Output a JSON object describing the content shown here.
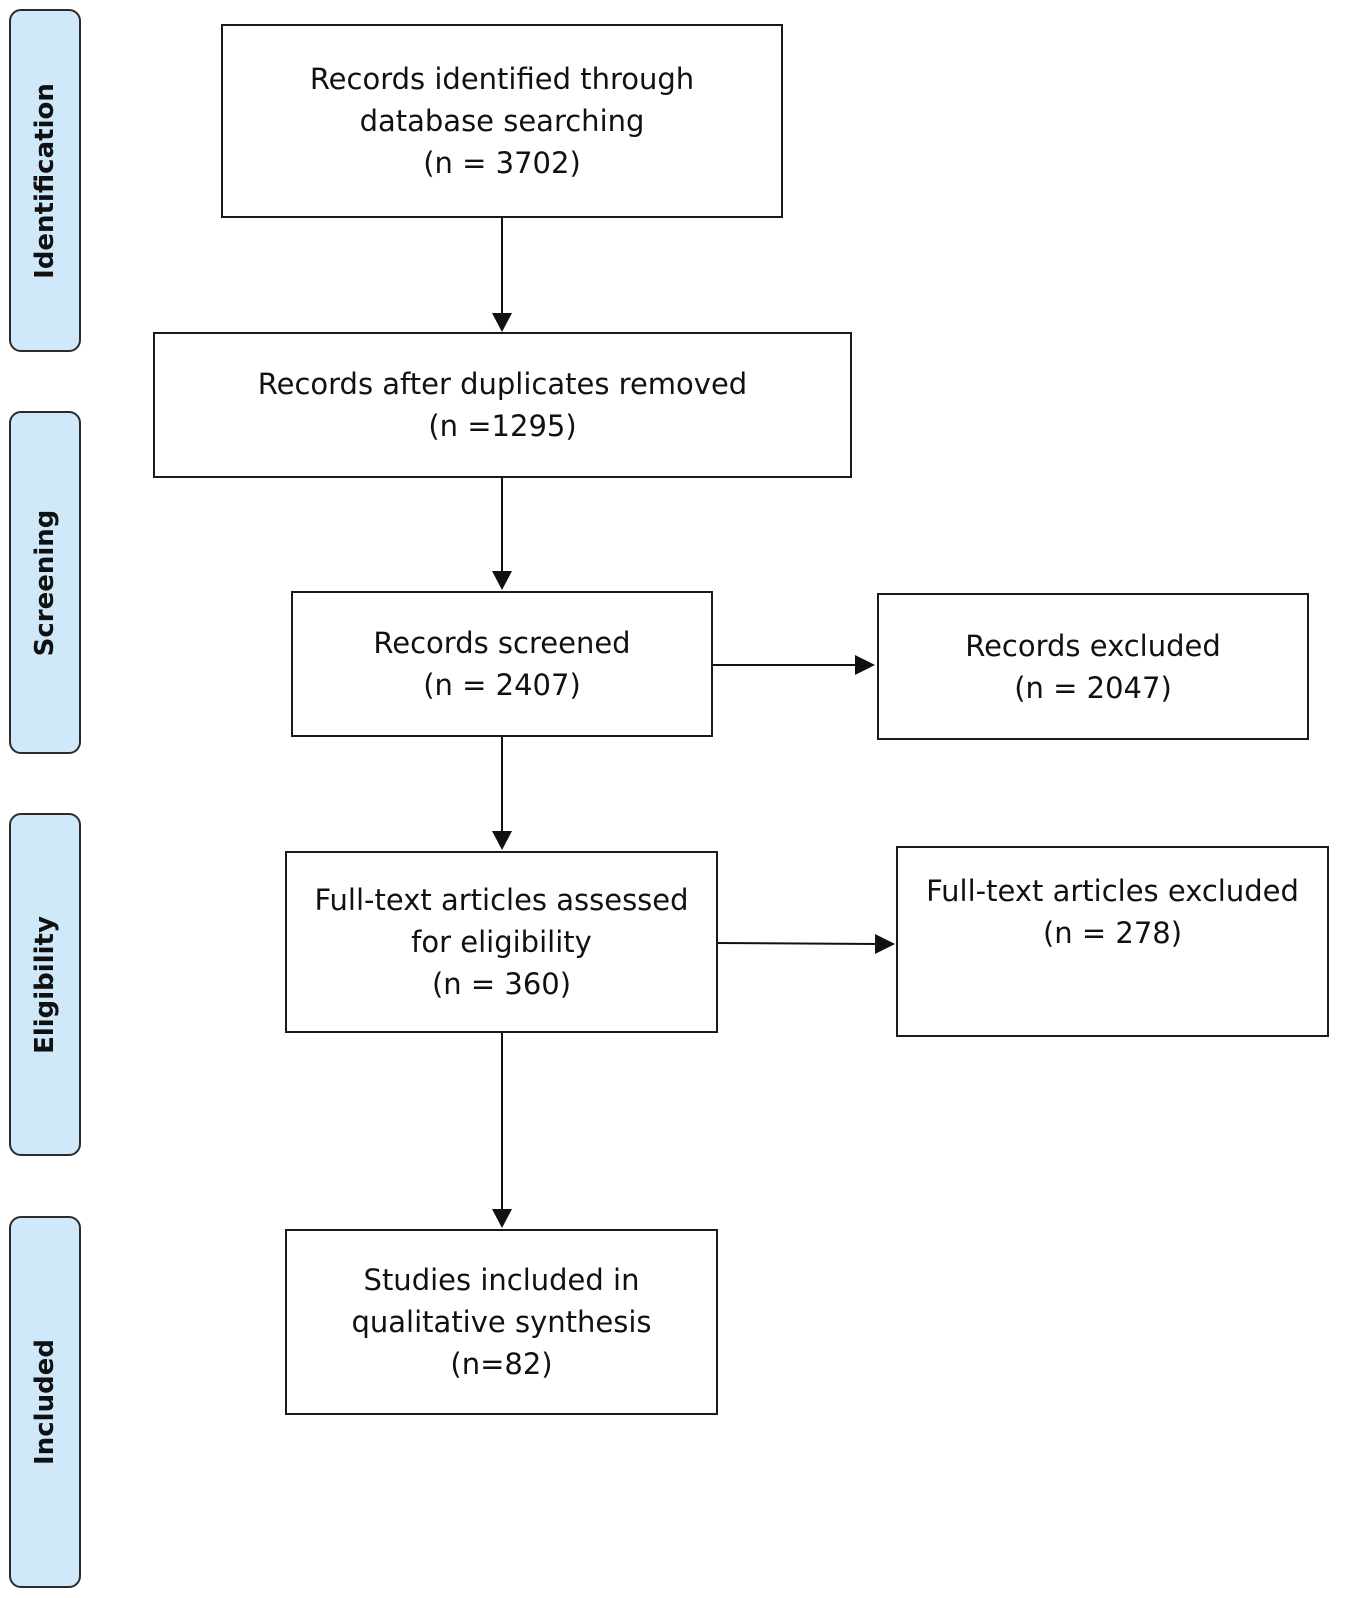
{
  "stages": {
    "identification": "Identification",
    "screening": "Screening",
    "eligibility": "Eligibility",
    "included": "Included"
  },
  "boxes": {
    "identified": {
      "line1": "Records identified through",
      "line2": "database searching",
      "count": "(n = 3702)"
    },
    "after_duplicates": {
      "line1": "Records after duplicates removed",
      "count": "(n =1295)"
    },
    "screened": {
      "line1": "Records screened",
      "count": "(n = 2407)"
    },
    "excluded": {
      "line1": "Records excluded",
      "count": "(n = 2047)"
    },
    "fulltext_assessed": {
      "line1": "Full-text articles assessed",
      "line2": "for eligibility",
      "count": "(n = 360)"
    },
    "fulltext_excluded": {
      "line1": "Full-text articles excluded",
      "count": "(n = 278)"
    },
    "included_studies": {
      "line1": "Studies included in",
      "line2": "qualitative synthesis",
      "count": "(n=82)"
    }
  },
  "colors": {
    "stage_fill": "#cfe9fb",
    "stroke": "#1a1a1a"
  }
}
